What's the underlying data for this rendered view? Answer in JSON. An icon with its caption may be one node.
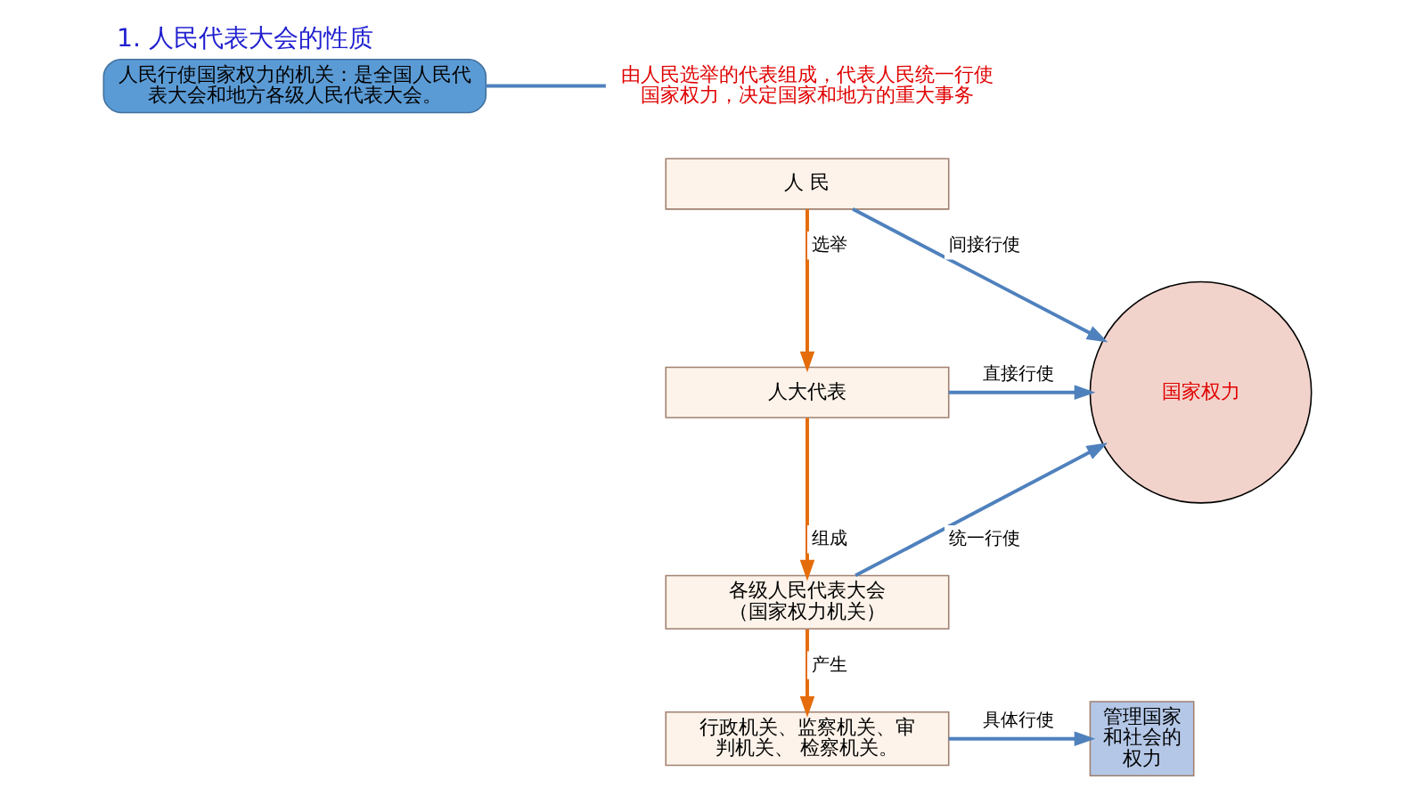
{
  "diagram": {
    "title": "1. 人民代表大会的性质",
    "nodes": [
      {
        "text": [
          "人 民"
        ]
      },
      {
        "text": [
          "人大代表"
        ]
      },
      {
        "text": [
          "各级人民代表大会",
          "（国家权力机关）"
        ]
      },
      {
        "text": [
          "行政机关、监察机关、审判机关、 检察机关。"
        ]
      },
      {
        "text": [
          "国家权力"
        ]
      },
      {
        "text": [
          "管理国家和社会的权力"
        ]
      },
      {
        "text": [
          "人民行使国家权力的机关：是全国人民代表大会和地方各级人民代表大会。"
        ]
      },
      {
        "text": [
          "由人民选举的代表组成，代表人民统一行使国家权力，决定国家和地方的重大事务"
        ]
      }
    ],
    "edges": [
      {
        "from": 0,
        "to": 1,
        "arrow": "to",
        "label": "选举",
        "color": "#e46c0a"
      },
      {
        "from": 1,
        "to": 2,
        "arrow": "to",
        "label": "组成",
        "color": "#e46c0a"
      },
      {
        "from": 2,
        "to": 3,
        "arrow": "to",
        "label": "产生",
        "color": "#e46c0a"
      },
      {
        "from": 0,
        "to": 4,
        "arrow": "to",
        "label": "间接行使",
        "color": "#4f81bd"
      },
      {
        "from": 1,
        "to": 4,
        "arrow": "to",
        "label": "直接行使",
        "color": "#4f81bd"
      },
      {
        "from": 2,
        "to": 4,
        "arrow": "to",
        "label": "统一行使",
        "color": "#4f81bd"
      },
      {
        "from": 3,
        "to": 5,
        "arrow": "to",
        "label": "具体行使",
        "color": "#4f81bd"
      },
      {
        "from": 6,
        "to": 7,
        "arrow": "none",
        "color": "#4f81bd"
      }
    ]
  }
}
